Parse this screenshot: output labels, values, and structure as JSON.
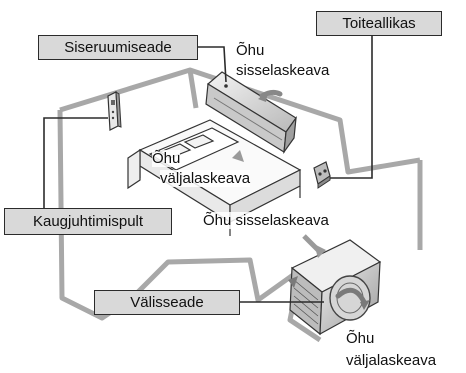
{
  "labels": {
    "indoor_unit": "Siseruumiseade",
    "power_supply": "Toiteallikas",
    "remote_control": "Kaugjuhtimispult",
    "outdoor_unit": "Välisseade"
  },
  "airflow": {
    "indoor_intake_line1": "Õhu",
    "indoor_intake_line2": "sisselaskeava",
    "indoor_outlet_line1": "Õhu",
    "indoor_outlet_line2": "väljalaskeava",
    "outdoor_intake": "Õhu sisselaskeava",
    "outdoor_outlet_line1": "Õhu",
    "outdoor_outlet_line2": "väljalaskeava"
  },
  "colors": {
    "box_fill": "#d9d9d9",
    "line": "#2b2b2b",
    "room_outline": "#a8a8a8",
    "unit_body": "#e6e6e6"
  },
  "icons": [
    "indoor-ac-unit-icon",
    "remote-control-icon",
    "power-outlet-icon",
    "outdoor-unit-icon",
    "bed-icon"
  ]
}
